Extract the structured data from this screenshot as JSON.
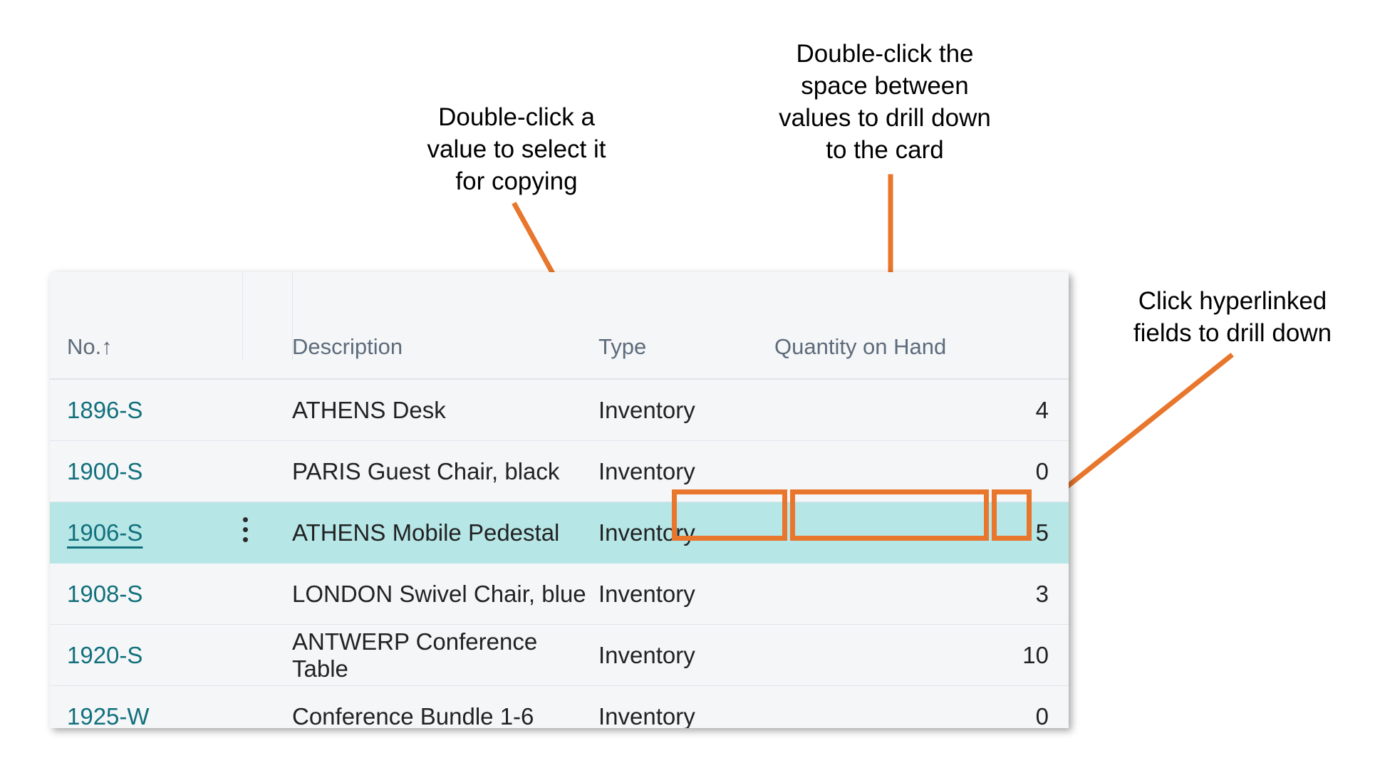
{
  "annotations": {
    "copy_hint": "Double-click a value to select it for copying",
    "drill_hint": "Double-click the space between values to drill down to the card",
    "link_hint": "Click hyperlinked fields to drill down"
  },
  "colors": {
    "accent_orange": "#E8762C",
    "link_teal": "#11707c",
    "selected_row": "#b6e6e6",
    "grid_background": "#f5f6f8",
    "header_text": "#5d6b7a"
  },
  "grid": {
    "columns": [
      {
        "key": "no",
        "label": "No.",
        "sort_indicator": "↑",
        "align": "left"
      },
      {
        "key": "desc",
        "label": "Description",
        "sort_indicator": "",
        "align": "left"
      },
      {
        "key": "type",
        "label": "Type",
        "sort_indicator": "",
        "align": "left"
      },
      {
        "key": "qty",
        "label": "Quantity on Hand",
        "sort_indicator": "",
        "align": "right"
      }
    ],
    "rows": [
      {
        "no": "1896-S",
        "desc": "ATHENS Desk",
        "type": "Inventory",
        "qty": "4",
        "selected": false,
        "menu": false
      },
      {
        "no": "1900-S",
        "desc": "PARIS Guest Chair, black",
        "type": "Inventory",
        "qty": "0",
        "selected": false,
        "menu": false
      },
      {
        "no": "1906-S",
        "desc": "ATHENS Mobile Pedestal",
        "type": "Inventory",
        "qty": "5",
        "selected": true,
        "menu": true
      },
      {
        "no": "1908-S",
        "desc": "LONDON Swivel Chair, blue",
        "type": "Inventory",
        "qty": "3",
        "selected": false,
        "menu": false
      },
      {
        "no": "1920-S",
        "desc": "ANTWERP Conference Table",
        "type": "Inventory",
        "qty": "10",
        "selected": false,
        "menu": false
      },
      {
        "no": "1925-W",
        "desc": "Conference Bundle 1-6",
        "type": "Inventory",
        "qty": "0",
        "selected": false,
        "menu": false
      }
    ]
  },
  "highlights": [
    {
      "name": "type-value-highlight",
      "target": "Inventory"
    },
    {
      "name": "empty-space-highlight",
      "target": ""
    },
    {
      "name": "quantity-value-highlight",
      "target": "5"
    }
  ]
}
